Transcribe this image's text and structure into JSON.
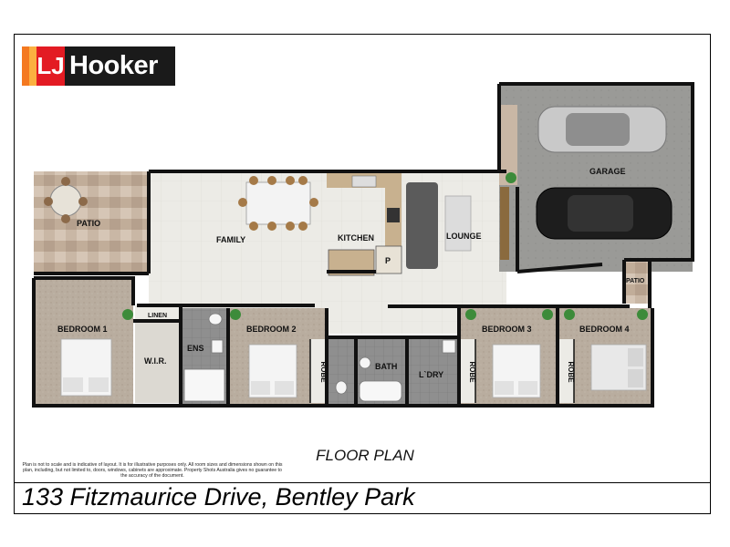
{
  "brand": {
    "logo_mark": "LJ",
    "logo_text": "Hooker",
    "colors": {
      "red": "#e31b23",
      "orange": "#f47920",
      "yellow": "#fbb040",
      "dark": "#1a1a1a"
    }
  },
  "rooms": {
    "garage": "GARAGE",
    "patio_main": "PATIO",
    "patio_small": "PATIO",
    "family": "FAMILY",
    "kitchen": "KITCHEN",
    "pantry": "P",
    "lounge": "LOUNGE",
    "linen": "LINEN",
    "bedroom1": "BEDROOM 1",
    "wir": "W.I.R.",
    "ens": "ENS",
    "bedroom2": "BEDROOM 2",
    "bath": "BATH",
    "laundry": "L`DRY",
    "bedroom3": "BEDROOM 3",
    "bedroom4": "BEDROOM 4",
    "robe": "ROBE"
  },
  "floor_plan_title": "FLOOR PLAN",
  "disclaimer": "Plan is not to scale and is indicative of layout. It is for illustrative purposes only. All room sizes and dimensions shown on this plan, including, but not limited to, doors, windows, cabinets are approximate. Property Shots Australia gives no guarantee to the accuracy of the document.",
  "address": "133 Fitzmaurice Drive, Bentley Park",
  "icons": [
    "car-icon",
    "plant-icon",
    "bed-icon",
    "toilet-icon",
    "sink-icon",
    "cooktop-icon",
    "sofa-icon",
    "dining-table-icon",
    "outdoor-table-icon"
  ]
}
